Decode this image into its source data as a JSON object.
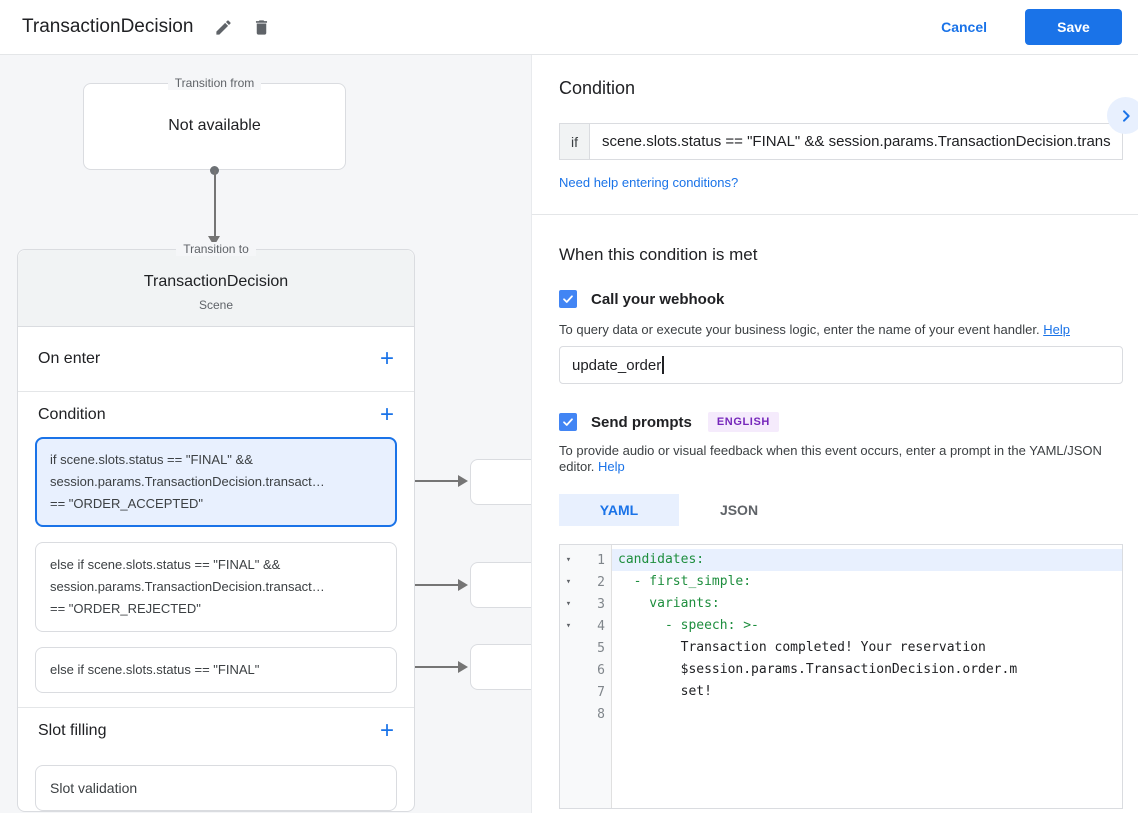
{
  "header": {
    "title": "TransactionDecision",
    "cancel_label": "Cancel",
    "save_label": "Save"
  },
  "canvas": {
    "transition_from": {
      "label": "Transition from",
      "value": "Not available"
    },
    "scene": {
      "label": "Transition to",
      "title": "TransactionDecision",
      "subtitle": "Scene",
      "on_enter_label": "On enter",
      "condition_label": "Condition",
      "conditions": [
        {
          "line1": "if scene.slots.status == \"FINAL\" &&",
          "line2": "session.params.TransactionDecision.transact…",
          "line3": "== \"ORDER_ACCEPTED\""
        },
        {
          "line1": "else if scene.slots.status == \"FINAL\" &&",
          "line2": "session.params.TransactionDecision.transact…",
          "line3": "== \"ORDER_REJECTED\""
        },
        {
          "line1": "else if scene.slots.status == \"FINAL\""
        }
      ],
      "slot_filling_label": "Slot filling",
      "slot_item": "Slot validation"
    }
  },
  "panel": {
    "title": "Condition",
    "if_label": "if",
    "if_value": "scene.slots.status == \"FINAL\" && session.params.TransactionDecision.trans",
    "help_link": "Need help entering conditions?",
    "when_title": "When this condition is met",
    "webhook": {
      "label": "Call your webhook",
      "checked": true,
      "hint": "To query data or execute your business logic, enter the name of your event handler.",
      "hint_link": "Help",
      "value": "update_order"
    },
    "prompts": {
      "label": "Send prompts",
      "badge": "ENGLISH",
      "checked": true,
      "hint": "To provide audio or visual feedback when this event occurs, enter a prompt in the YAML/JSON editor.",
      "hint_link": "Help"
    },
    "tabs": {
      "yaml": "YAML",
      "json": "JSON",
      "active": "YAML"
    },
    "editor": {
      "lines": [
        {
          "num": "1",
          "text": "candidates:"
        },
        {
          "num": "2",
          "text": "  - first_simple:"
        },
        {
          "num": "3",
          "text": "    variants:"
        },
        {
          "num": "4",
          "text": "      - speech: >-"
        },
        {
          "num": "5",
          "text": "        Transaction completed! Your reservation"
        },
        {
          "num": "6",
          "text": "        $session.params.TransactionDecision.order.m"
        },
        {
          "num": "7",
          "text": "        set!"
        },
        {
          "num": "8",
          "text": ""
        }
      ]
    }
  },
  "colors": {
    "accent": "#1a73e8",
    "checkbox": "#4285f4",
    "selected_card_bg": "#e8f0fe",
    "badge_bg": "#f5ebfc",
    "badge_text": "#7627bb",
    "yaml_key_green": "#1e8e3e",
    "canvas_bg": "#f5f6f8"
  }
}
